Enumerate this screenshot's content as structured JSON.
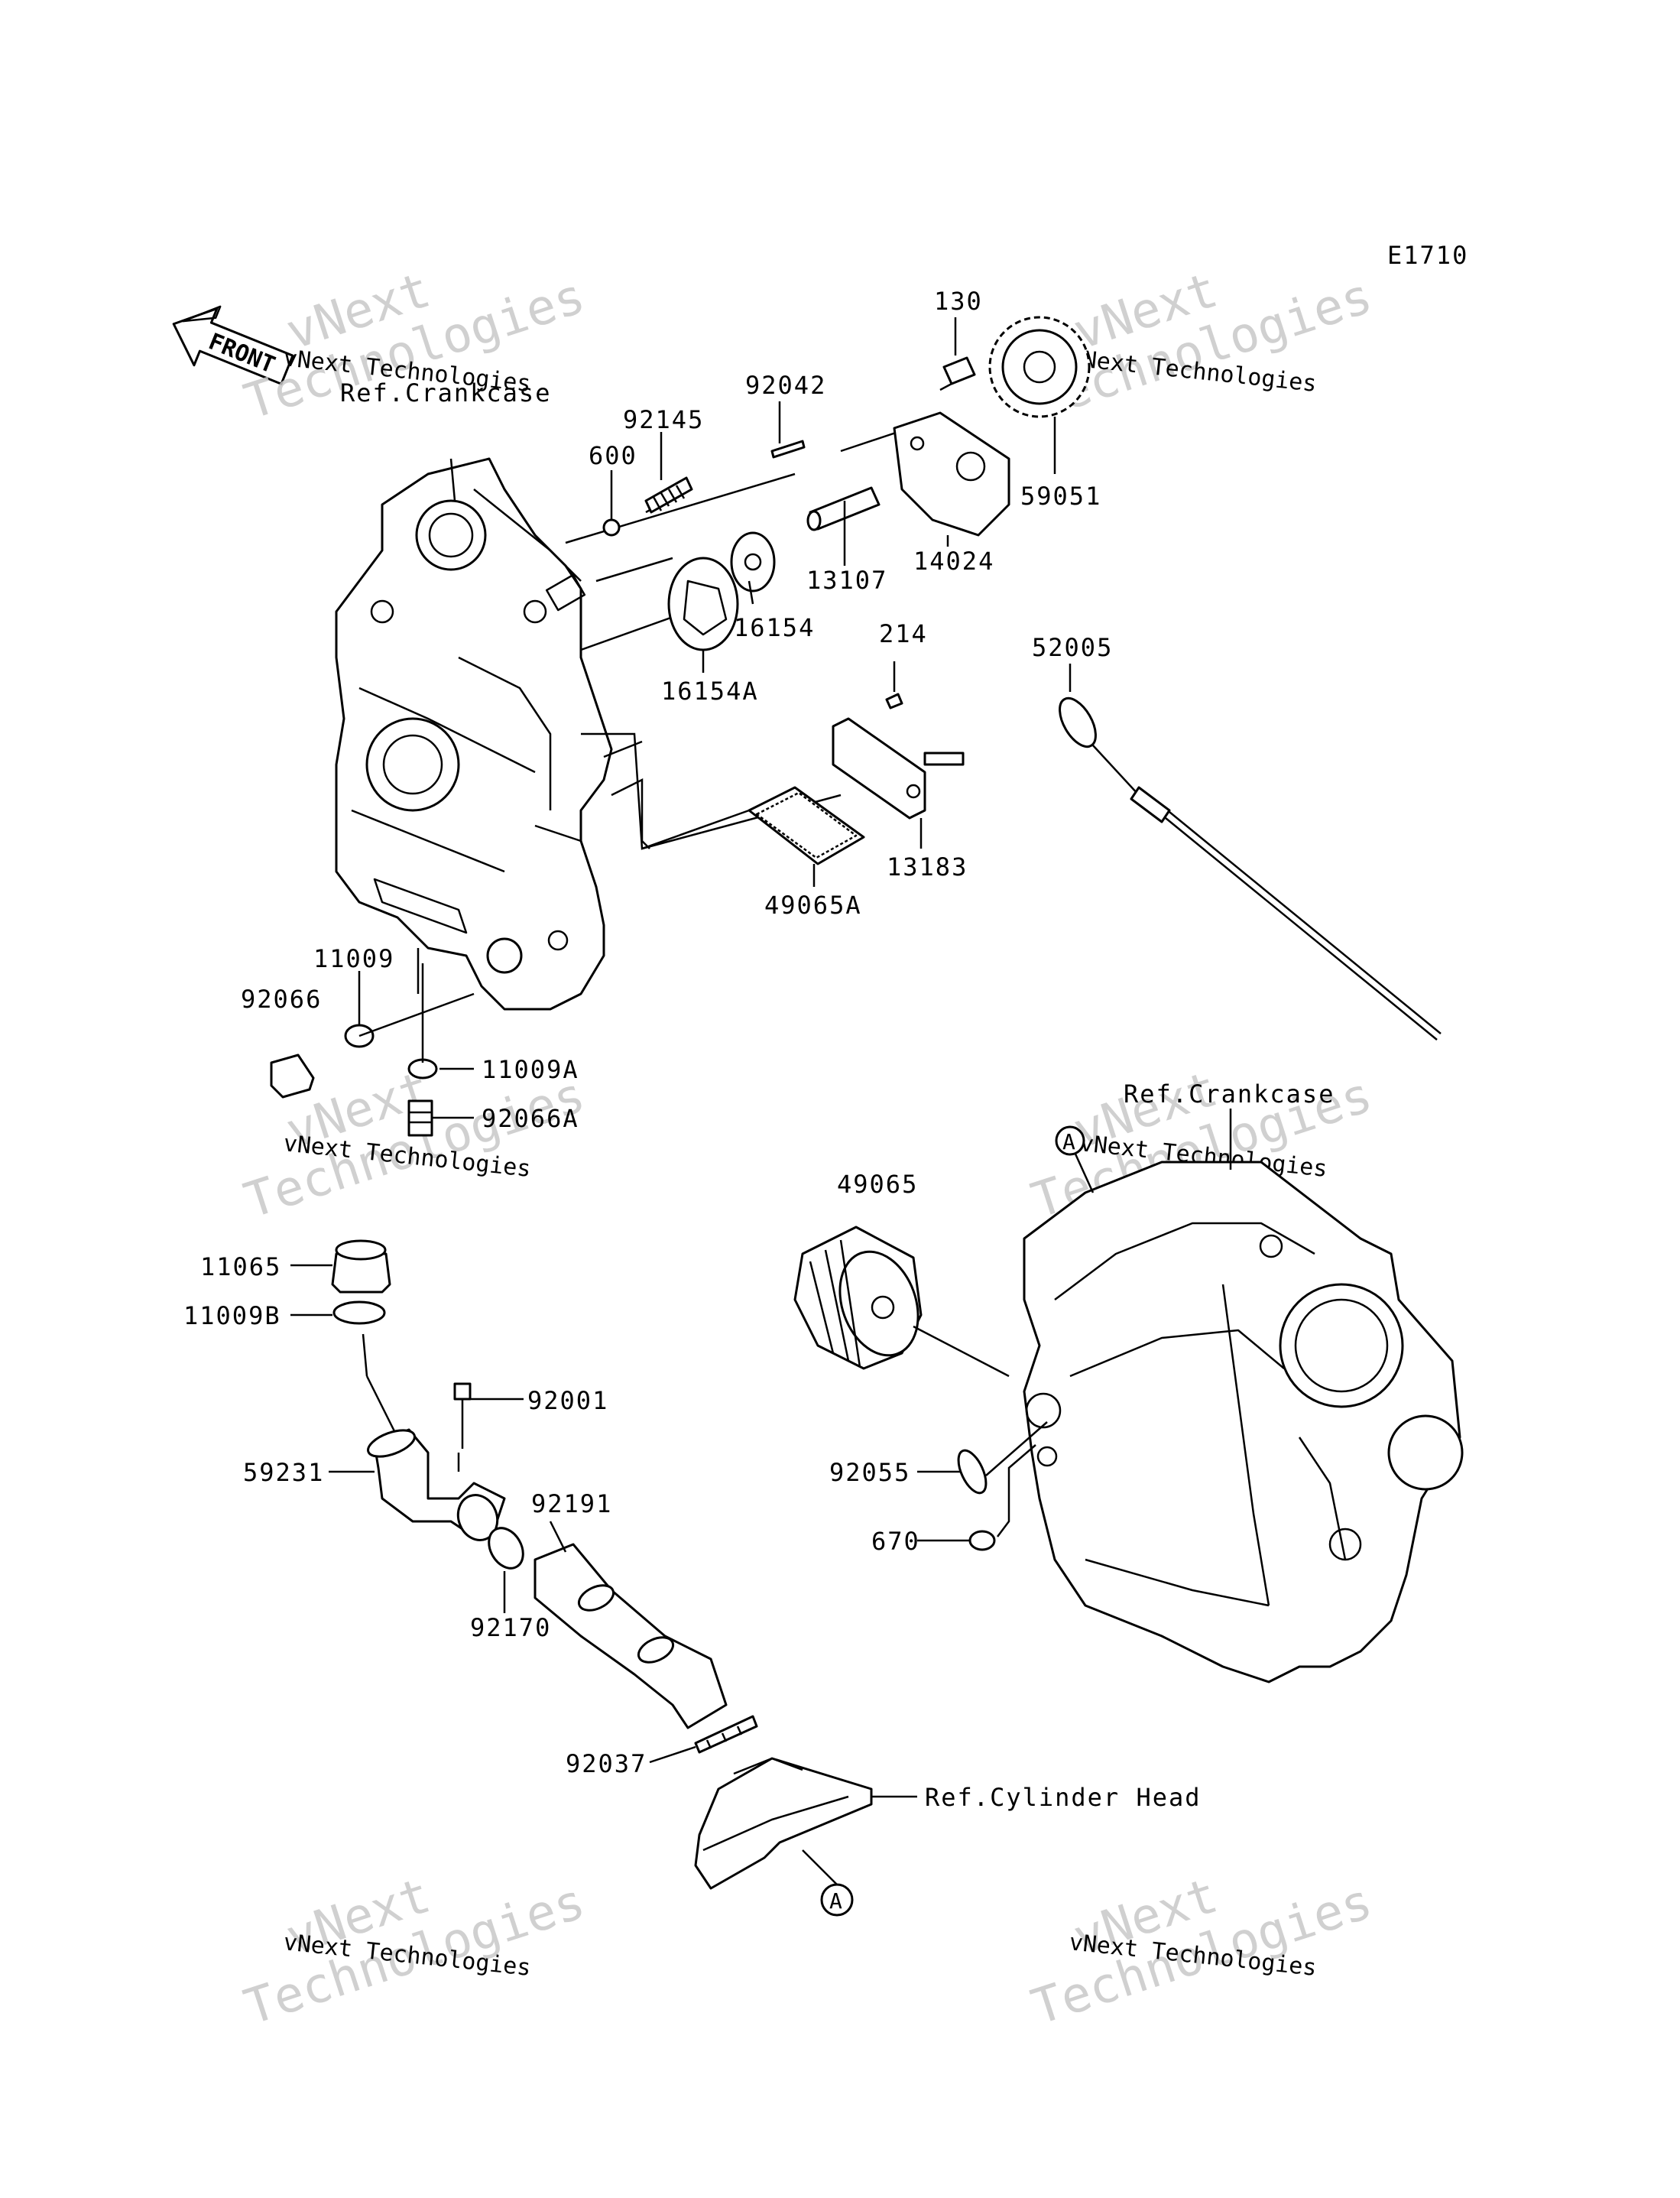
{
  "diagram_code": "E1710",
  "front_label": "FRONT",
  "watermark_line1": "vNext",
  "watermark_line2": "Technologies",
  "watermark_caption": "vNext Technologies",
  "refs": {
    "crankcase_top": "Ref.Crankcase",
    "crankcase_bottom": "Ref.Crankcase",
    "cylinder_head": "Ref.Cylinder Head"
  },
  "callout_letter": "A",
  "parts": {
    "p130": "130",
    "p92042": "92042",
    "p92145": "92145",
    "p600": "600",
    "p59051": "59051",
    "p14024": "14024",
    "p13107": "13107",
    "p16154": "16154",
    "p16154A": "16154A",
    "p214": "214",
    "p52005": "52005",
    "p13183": "13183",
    "p49065A": "49065A",
    "p11009": "11009",
    "p92066": "92066",
    "p11009A": "11009A",
    "p92066A": "92066A",
    "p49065": "49065",
    "p11065": "11065",
    "p11009B": "11009B",
    "p92001": "92001",
    "p59231": "59231",
    "p92191": "92191",
    "p92055": "92055",
    "p670": "670",
    "p92170": "92170",
    "p92037": "92037"
  }
}
